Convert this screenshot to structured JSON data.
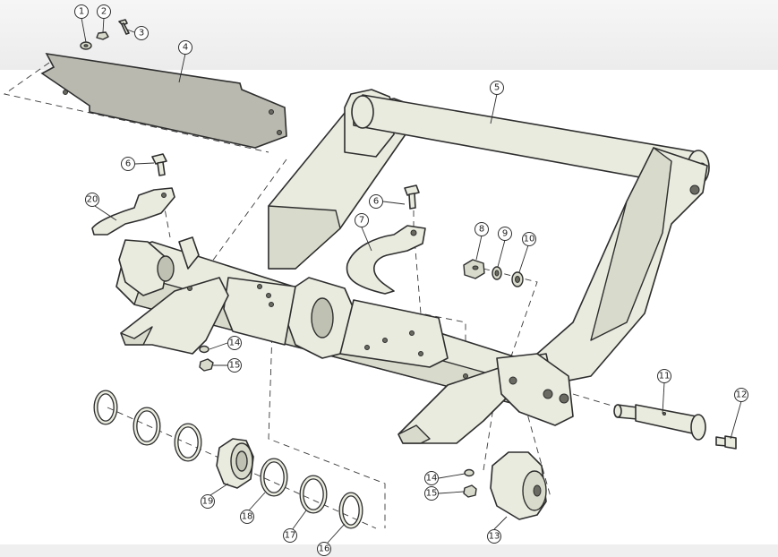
{
  "callouts": [
    {
      "id": "callout-1",
      "label": "1"
    },
    {
      "id": "callout-2",
      "label": "2"
    },
    {
      "id": "callout-3",
      "label": "3"
    },
    {
      "id": "callout-4",
      "label": "4"
    },
    {
      "id": "callout-5",
      "label": "5"
    },
    {
      "id": "callout-6a",
      "label": "6"
    },
    {
      "id": "callout-6b",
      "label": "6"
    },
    {
      "id": "callout-7",
      "label": "7"
    },
    {
      "id": "callout-8",
      "label": "8"
    },
    {
      "id": "callout-9",
      "label": "9"
    },
    {
      "id": "callout-10",
      "label": "10"
    },
    {
      "id": "callout-11",
      "label": "11"
    },
    {
      "id": "callout-12",
      "label": "12"
    },
    {
      "id": "callout-13",
      "label": "13"
    },
    {
      "id": "callout-14a",
      "label": "14"
    },
    {
      "id": "callout-14b",
      "label": "14"
    },
    {
      "id": "callout-15a",
      "label": "15"
    },
    {
      "id": "callout-15b",
      "label": "15"
    },
    {
      "id": "callout-16",
      "label": "16"
    },
    {
      "id": "callout-17",
      "label": "17"
    },
    {
      "id": "callout-18",
      "label": "18"
    },
    {
      "id": "callout-19",
      "label": "19"
    },
    {
      "id": "callout-20",
      "label": "20"
    }
  ]
}
